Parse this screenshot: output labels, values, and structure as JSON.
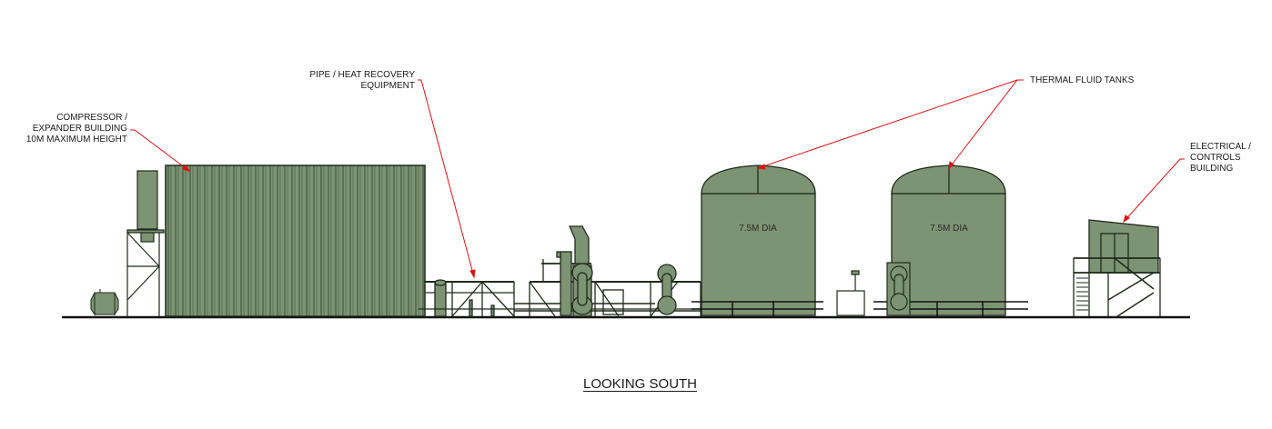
{
  "drawing": {
    "view_title": "LOOKING SOUTH",
    "colors": {
      "equipment_fill": "#7d9474",
      "equipment_stroke": "#1e2a1a",
      "leader_line": "#e01010",
      "ground_line": "#111111",
      "text": "#1a1a1a"
    },
    "callouts": [
      {
        "id": "compressor",
        "text": "COMPRESSOR /\nEXPANDER BUILDING\n10M MAXIMUM HEIGHT"
      },
      {
        "id": "pipe",
        "text": "PIPE / HEAT RECOVERY\nEQUIPMENT"
      },
      {
        "id": "tanks",
        "text": "THERMAL FLUID TANKS"
      },
      {
        "id": "electrical",
        "text": "ELECTRICAL /\nCONTROLS\nBUILDING"
      }
    ],
    "tanks": [
      {
        "label": "7.5M DIA"
      },
      {
        "label": "7.5M DIA"
      }
    ]
  }
}
